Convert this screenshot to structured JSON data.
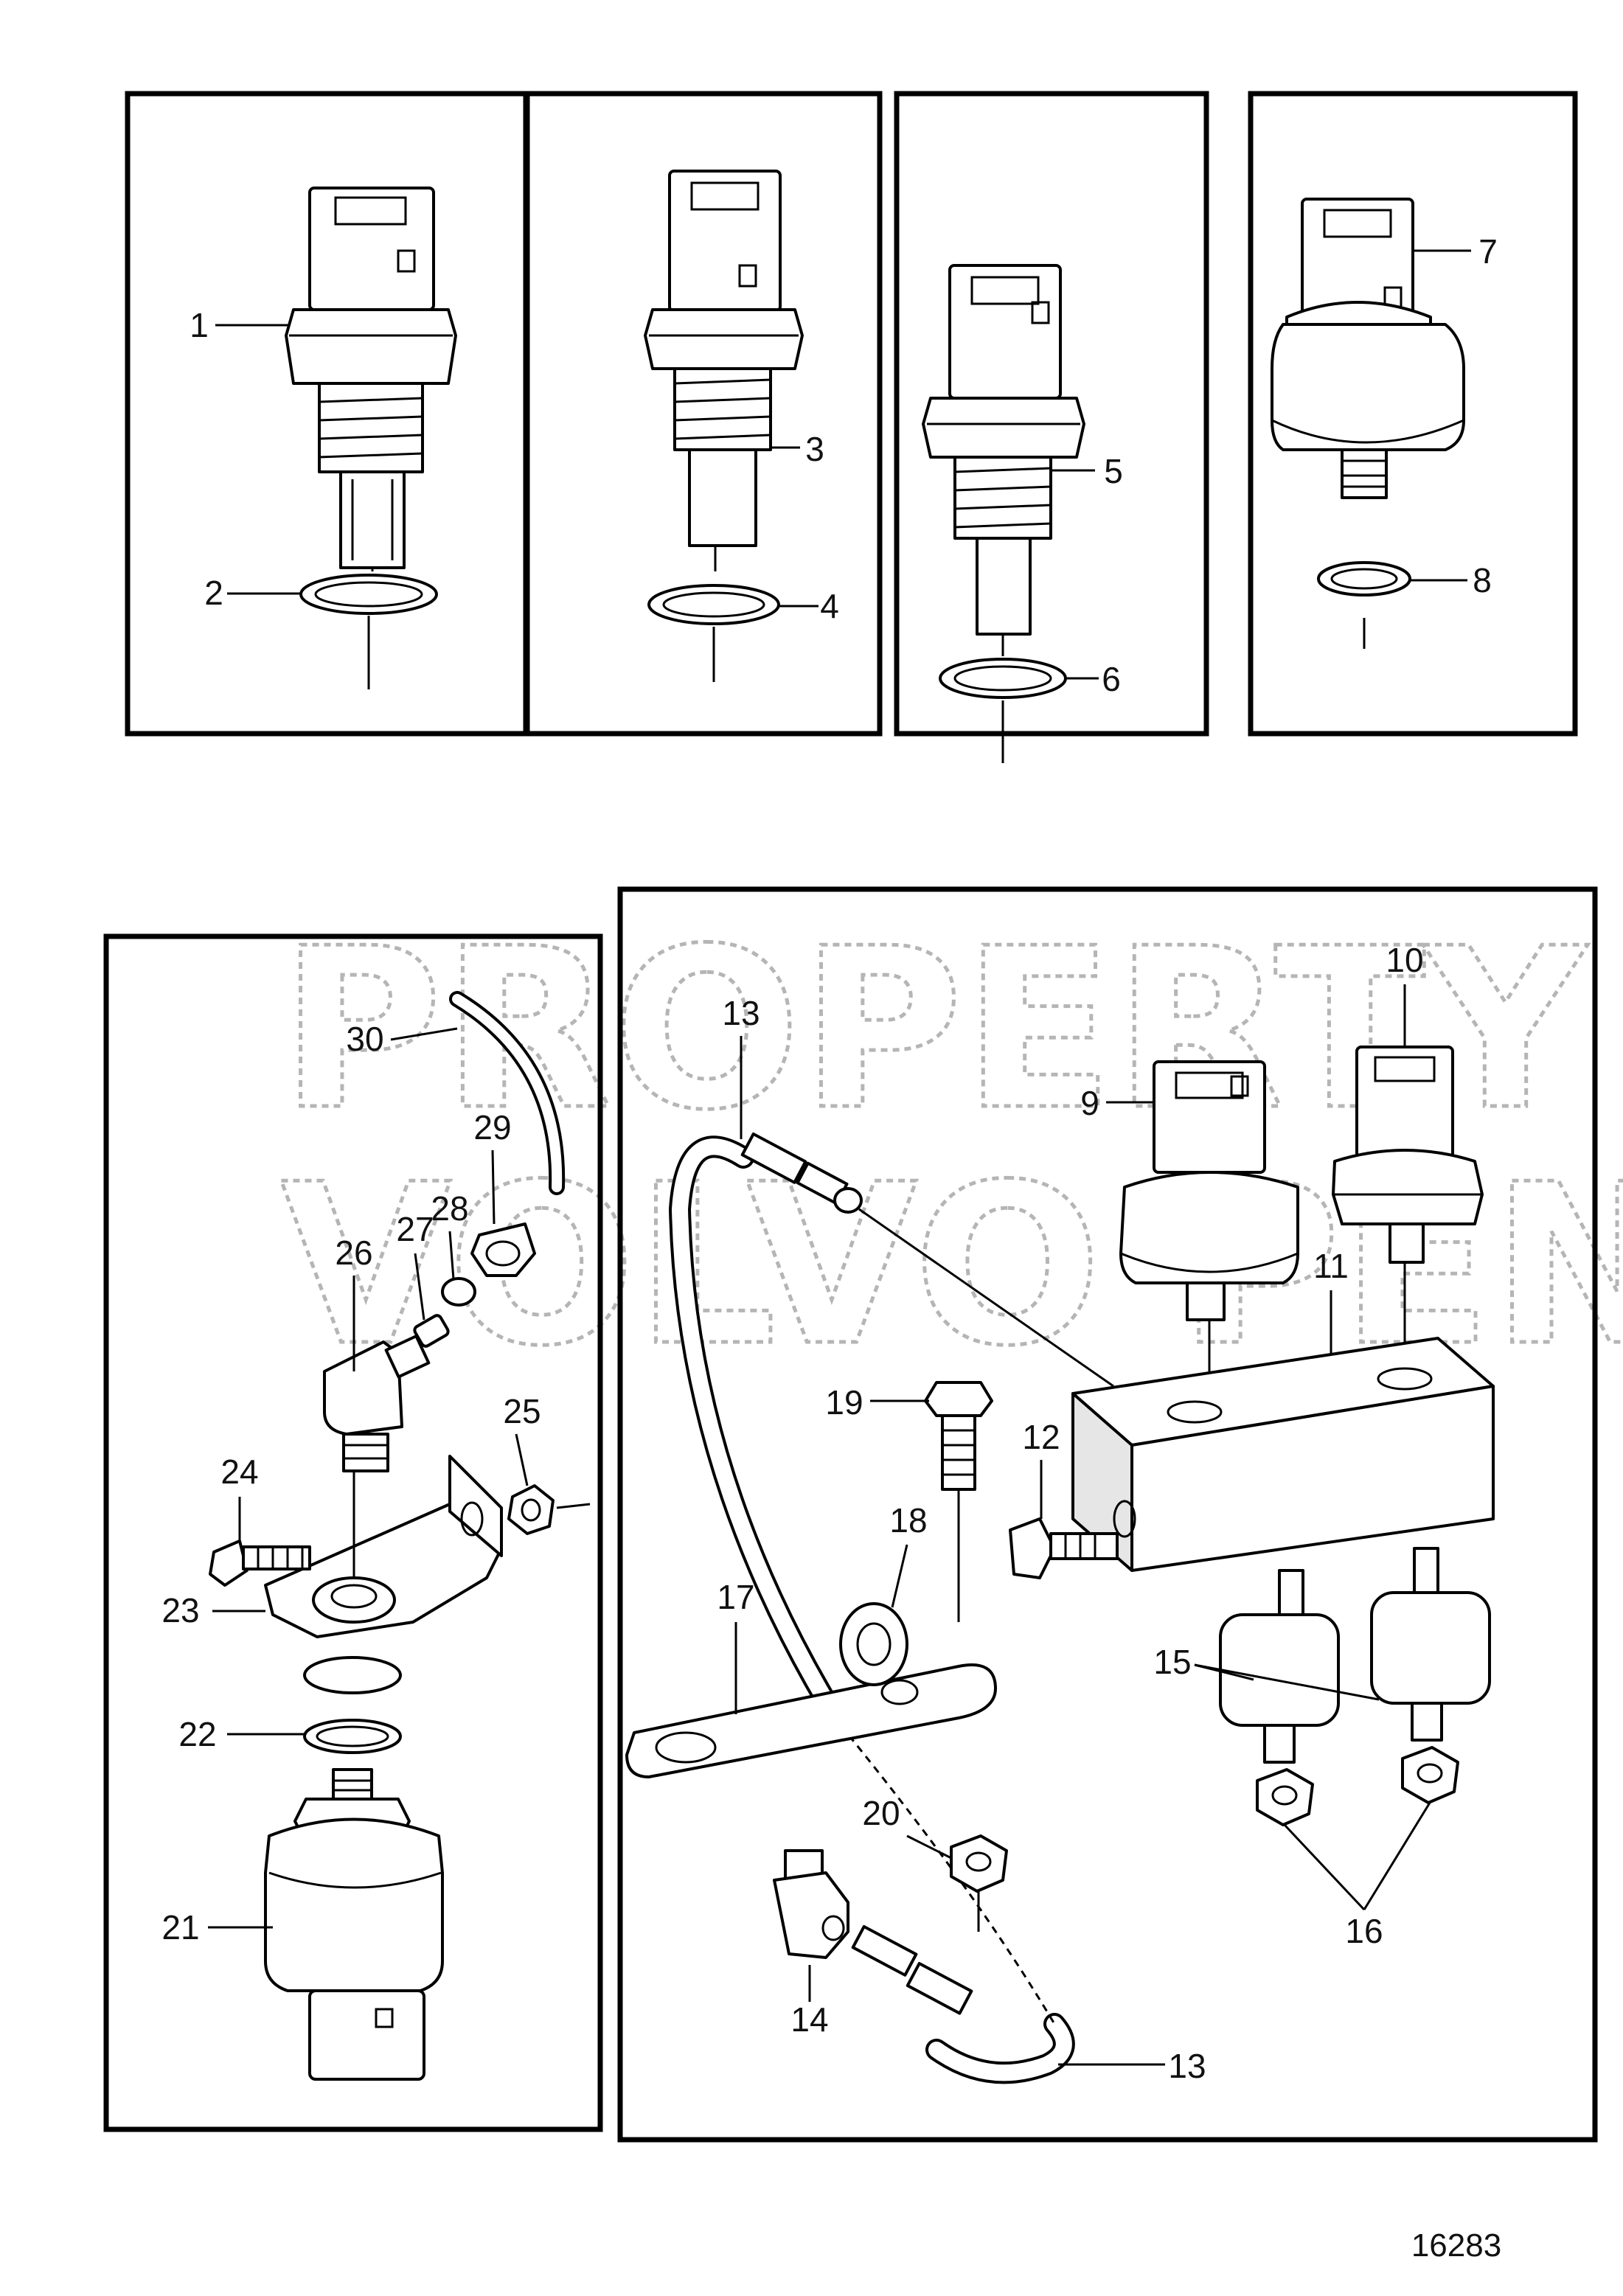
{
  "watermark": {
    "line1": "PROPERTY OF",
    "line2": "VOLVO PENTA"
  },
  "figure_number": "16283",
  "callouts": [
    "1",
    "2",
    "3",
    "4",
    "5",
    "6",
    "7",
    "8",
    "9",
    "10",
    "11",
    "12",
    "13",
    "13",
    "14",
    "15",
    "16",
    "17",
    "18",
    "19",
    "20",
    "21",
    "22",
    "23",
    "24",
    "25",
    "26",
    "27",
    "28",
    "29",
    "30"
  ]
}
